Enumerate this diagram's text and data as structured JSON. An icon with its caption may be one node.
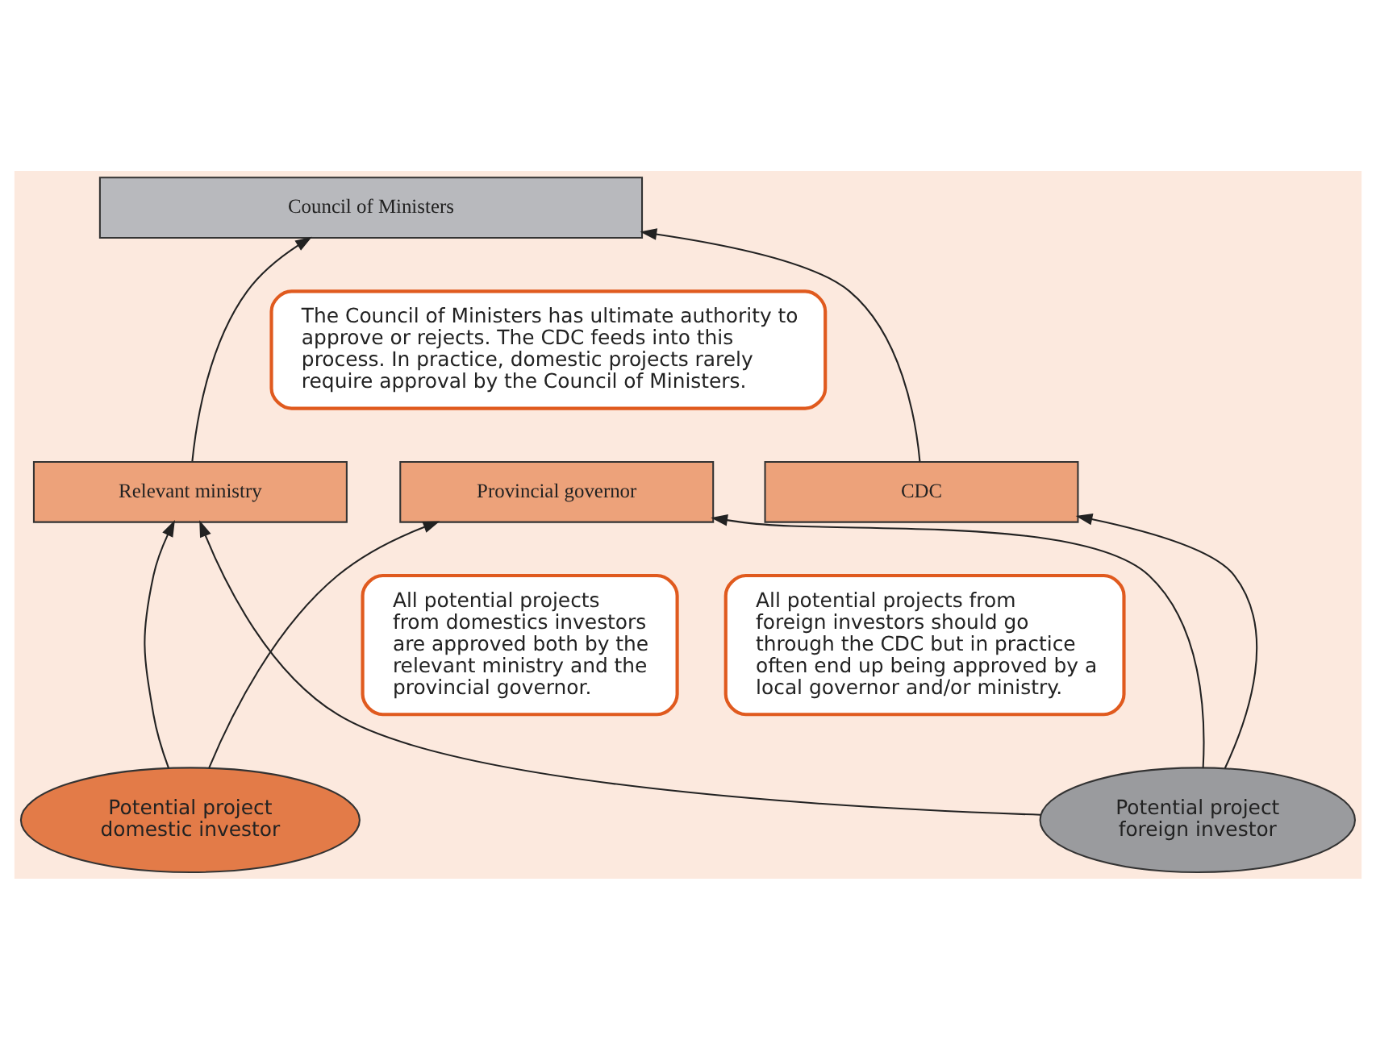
{
  "diagram": {
    "nodes": [
      {
        "text": [
          "Council of Ministers"
        ]
      },
      {
        "text": [
          "The Council of Ministers has ultimate authority to approve or rejects. The CDC feeds into this process. In practice, domestic projects rarely require approval by the Council of Ministers."
        ]
      },
      {
        "text": [
          "Relevant ministry"
        ]
      },
      {
        "text": [
          "Provincial governor"
        ]
      },
      {
        "text": [
          "CDC"
        ]
      },
      {
        "text": [
          "All potential projects from domestics investors are approved both by the relevant ministry and the provincial governor."
        ]
      },
      {
        "text": [
          "All potential projects from foreign investors should go through the CDC but in practice often end up being approved by a local governor and/or ministry."
        ]
      },
      {
        "text": [
          "Potential project domestic investor"
        ]
      },
      {
        "text": [
          "Potential project foreign investor"
        ]
      }
    ],
    "edges": [
      {
        "from": 2,
        "to": 0,
        "arrow": "to"
      },
      {
        "from": 4,
        "to": 0,
        "arrow": "to"
      },
      {
        "from": 7,
        "to": 2,
        "arrow": "to"
      },
      {
        "from": 7,
        "to": 3,
        "arrow": "to"
      },
      {
        "from": 8,
        "to": 2,
        "arrow": "to"
      },
      {
        "from": 8,
        "to": 3,
        "arrow": "to"
      },
      {
        "from": 8,
        "to": 4,
        "arrow": "to"
      }
    ]
  }
}
